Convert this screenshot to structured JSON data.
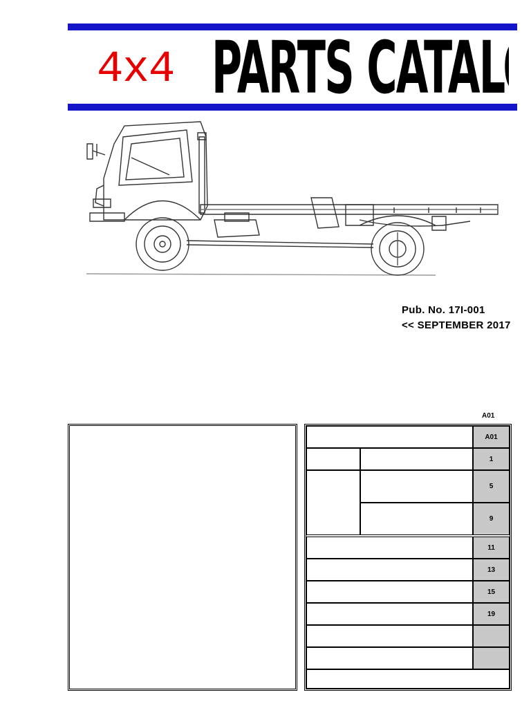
{
  "header": {
    "logo_text": "4x4",
    "title": "PARTS CATALOG",
    "band_color": "#1414c8",
    "logo_color": "#e60000"
  },
  "publication": {
    "number_line": "Pub. No. 17I-001",
    "date_line": "<< SEPTEMBER 2017"
  },
  "section_code": "A01",
  "toc": {
    "rows": [
      {
        "label": "",
        "page": "A01"
      },
      {
        "label": "",
        "page": "1"
      },
      {
        "label": "",
        "page": "5"
      },
      {
        "label": "",
        "page": "9"
      },
      {
        "label": "",
        "page": "11"
      },
      {
        "label": "",
        "page": "13"
      },
      {
        "label": "",
        "page": "15"
      },
      {
        "label": "",
        "page": "19"
      },
      {
        "label": "",
        "page": ""
      },
      {
        "label": "",
        "page": ""
      }
    ]
  },
  "illustration": {
    "icon": "truck-chassis-drawing-icon"
  }
}
